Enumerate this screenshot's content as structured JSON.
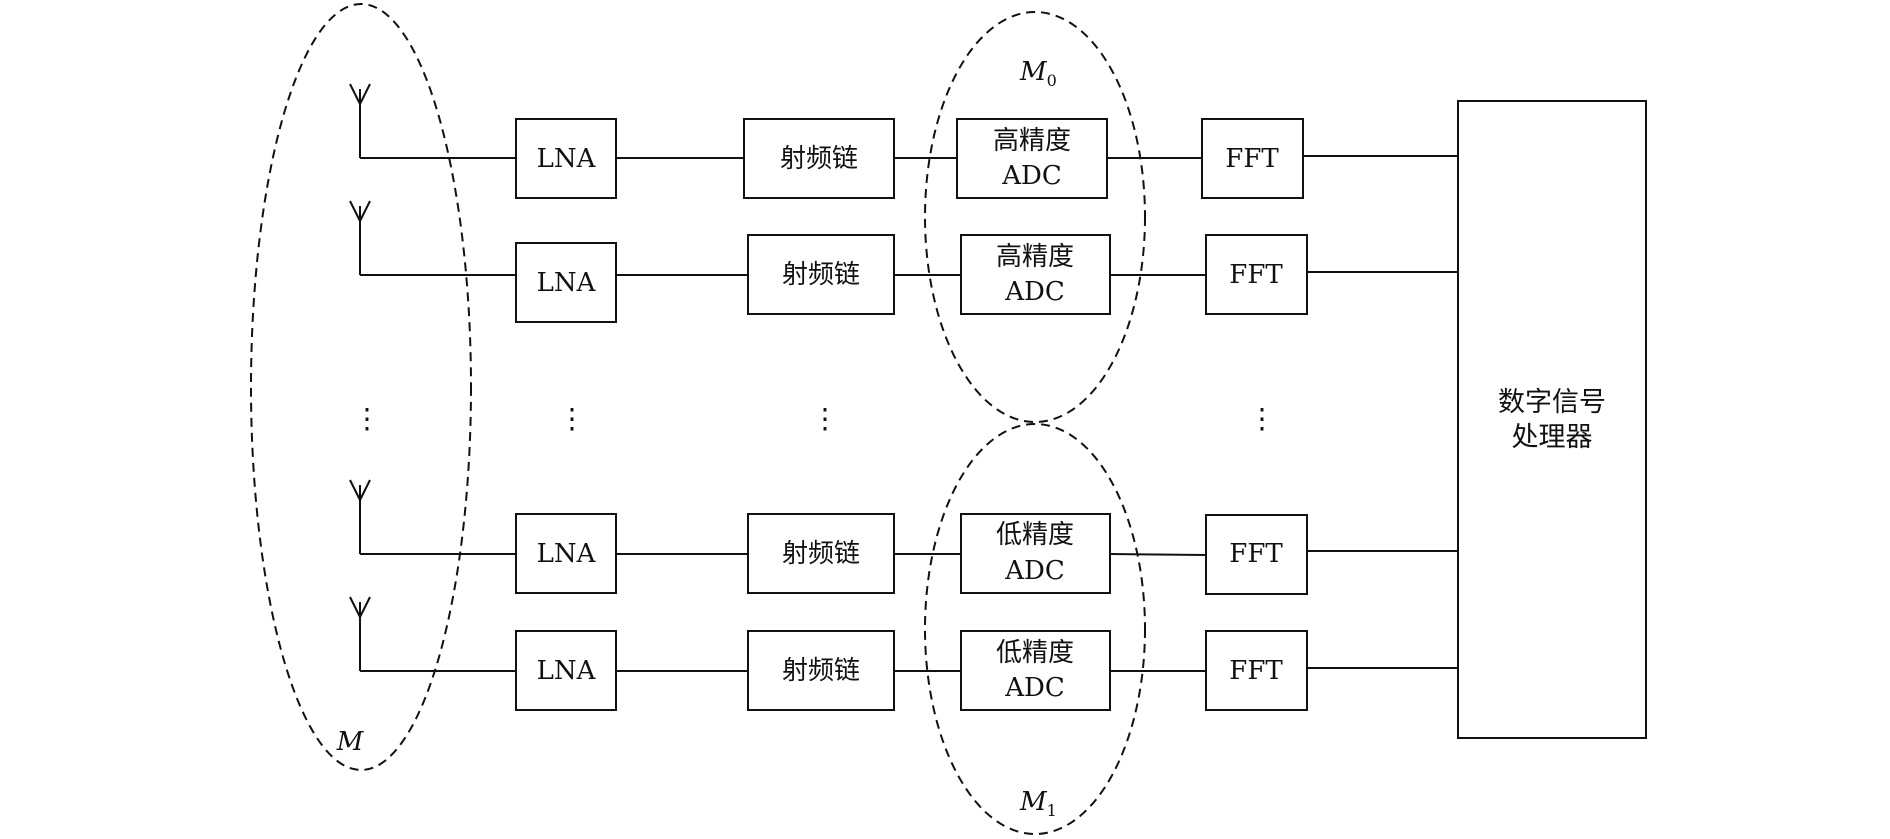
{
  "colors": {
    "stroke": "#111111",
    "background": "#ffffff"
  },
  "chains": [
    {
      "lna": "LNA",
      "rf": "射频链",
      "adc_line1": "高精度",
      "adc_line2": "ADC",
      "fft": "FFT"
    },
    {
      "lna": "LNA",
      "rf": "射频链",
      "adc_line1": "高精度",
      "adc_line2": "ADC",
      "fft": "FFT"
    },
    {
      "lna": "LNA",
      "rf": "射频链",
      "adc_line1": "低精度",
      "adc_line2": "ADC",
      "fft": "FFT"
    },
    {
      "lna": "LNA",
      "rf": "射频链",
      "adc_line1": "低精度",
      "adc_line2": "ADC",
      "fft": "FFT"
    }
  ],
  "dsp": {
    "line1": "数字信号",
    "line2": "处理器"
  },
  "groups": {
    "antennas": {
      "label": "M"
    },
    "high_precision": {
      "label": "M",
      "subscript": "0"
    },
    "low_precision": {
      "label": "M",
      "subscript": "1"
    }
  },
  "ellipsis": "⋮"
}
